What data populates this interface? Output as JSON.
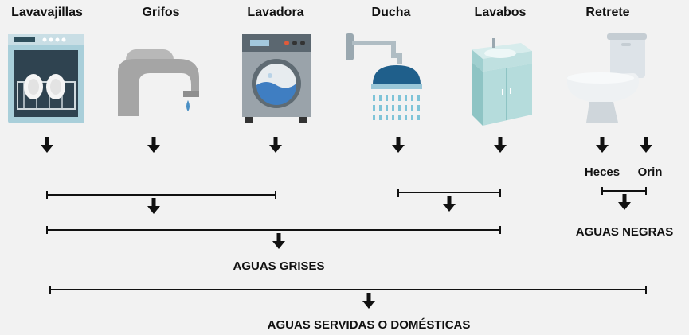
{
  "sources": [
    {
      "id": "dishwasher",
      "label": "Lavavajillas",
      "icon": "dishwasher-icon"
    },
    {
      "id": "faucet",
      "label": "Grifos",
      "icon": "faucet-icon"
    },
    {
      "id": "washer",
      "label": "Lavadora",
      "icon": "washing-machine-icon"
    },
    {
      "id": "shower",
      "label": "Ducha",
      "icon": "shower-icon"
    },
    {
      "id": "sink",
      "label": "Lavabos",
      "icon": "sink-icon"
    },
    {
      "id": "toilet",
      "label": "Retrete",
      "icon": "toilet-icon"
    }
  ],
  "toilet_outputs": {
    "feces": "Heces",
    "urine": "Orin"
  },
  "results": {
    "black_water": "AGUAS NEGRAS",
    "grey_water": "AGUAS GRISES",
    "domestic_wastewater": "AGUAS SERVIDAS O DOMÉSTICAS"
  },
  "colors": {
    "background": "#f2f2f2",
    "line": "#111111",
    "appliance_blue": "#9cc3d0",
    "water_blue": "#4a8fc4",
    "grey": "#a9a9a9"
  }
}
